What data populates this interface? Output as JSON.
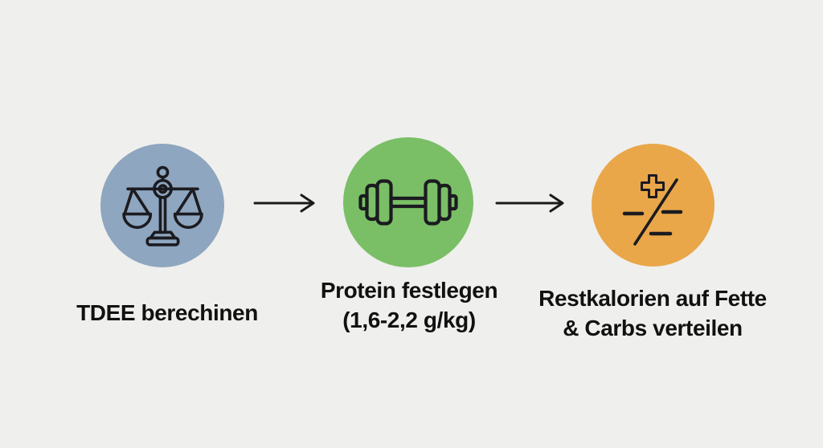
{
  "diagram": {
    "type": "process-flow",
    "steps": [
      {
        "icon": "balance-scale-icon",
        "circle_color": "#8ea6bf",
        "lines": [
          "TDEE berechinen",
          ""
        ]
      },
      {
        "icon": "dumbbell-icon",
        "circle_color": "#7abf66",
        "lines": [
          "Protein festlegen",
          "(1,6-2,2 g/kg)"
        ]
      },
      {
        "icon": "plus-minus-slash-icon",
        "circle_color": "#e9a74a",
        "lines": [
          "Restkalorien auf Fette",
          "& Carbs verteilen"
        ]
      }
    ],
    "colors": {
      "background": "#efefed",
      "icon_stroke": "#1b1b20",
      "arrow": "#1a1a1a",
      "text": "#111111"
    }
  }
}
